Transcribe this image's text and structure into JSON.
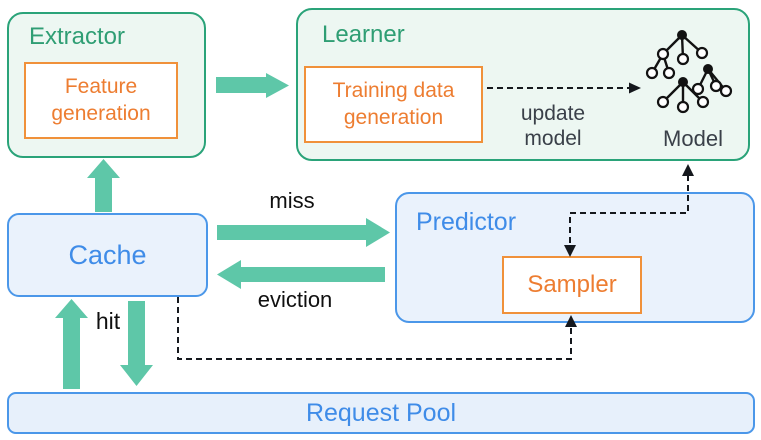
{
  "colors": {
    "green_border": "#2aa379",
    "green_text": "#2f9e74",
    "teal_arrow": "#5ec7a8",
    "mint_fill": "#edf7f2",
    "orange_border": "#f0913a",
    "orange_text": "#ed7d31",
    "blue_border": "#4b97e9",
    "blue_text": "#3f8ce8",
    "blue_fill": "#eaf2fc",
    "dark_text": "#3a4049",
    "label_text": "#101010"
  },
  "extractor": {
    "title": "Extractor",
    "feature_box": "Feature generation"
  },
  "learner": {
    "title": "Learner",
    "training_box": "Training data generation",
    "update_label": "update model",
    "model_label": "Model"
  },
  "cache": {
    "title": "Cache"
  },
  "predictor": {
    "title": "Predictor",
    "sampler_box": "Sampler"
  },
  "request_pool": {
    "title": "Request Pool"
  },
  "edge_labels": {
    "miss": "miss",
    "eviction": "eviction",
    "hit": "hit"
  }
}
